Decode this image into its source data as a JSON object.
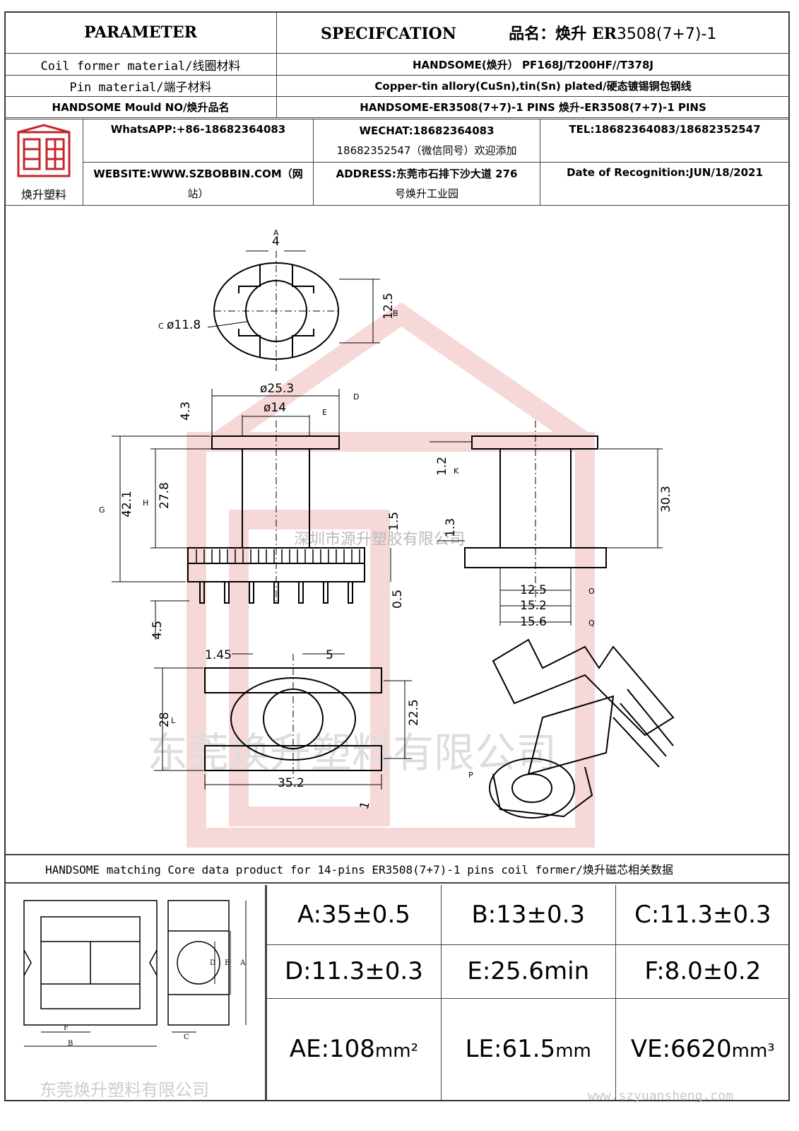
{
  "header": {
    "parameter": "PARAMETER",
    "specification": "SPECIFCATION",
    "product_name_prefix": "品名：焕升",
    "product_name_bold": "ER",
    "product_name_suffix": "3508(7+7)-1"
  },
  "rows": [
    {
      "label": "Coil former material/线圈材料",
      "value": "HANDSOME(焕升）  PF168J/T200HF//T378J"
    },
    {
      "label": "Pin material/端子材料",
      "value": "Copper-tin allory(CuSn),tin(Sn) plated/硬态镀锡铜包钢线"
    },
    {
      "label": "HANDSOME Mould NO/焕升品名",
      "value": "HANDSOME-ER3508(7+7)-1 PINS   焕升-ER3508(7+7)-1 PINS"
    }
  ],
  "contact": {
    "logo_caption": "焕升塑料",
    "whatsapp": "WhatsAPP:+86-18682364083",
    "wechat_line1": "WECHAT:18682364083",
    "wechat_line2": "18682352547（微信同号）欢迎添加",
    "tel": "TEL:18682364083/18682352547",
    "website_line1": "WEBSITE:WWW.SZBOBBIN.COM（网",
    "website_line2": "站）",
    "address_line1": "ADDRESS:东莞市石排下沙大道 276",
    "address_line2": "号焕升工业园",
    "date": "Date of Recognition:JUN/18/2021"
  },
  "drawing": {
    "watermark1": "深圳市源升塑胶有限公司",
    "watermark2": "东莞焕升塑料有限公司",
    "dims": {
      "a": "4",
      "b": "12.5",
      "c": "ø11.8",
      "d": "ø25.3",
      "e": "ø14",
      "f": "4.3",
      "g": "42.1",
      "h": "27.8",
      "i": "1.5",
      "j": "0.5",
      "k": "1.2",
      "l": "1.3",
      "m": "30.3",
      "n": "12.5",
      "o": "15.2",
      "p": "15.6",
      "q": "4.5",
      "r": "1.45",
      "s": "5",
      "t": "28",
      "u": "22.5",
      "v": "35.2",
      "w": "1"
    },
    "markers": {
      "A": "A",
      "B": "B",
      "C": "C",
      "D": "D",
      "E": "E",
      "G": "G",
      "H": "H",
      "K": "K",
      "L": "L",
      "O": "O",
      "P": "P",
      "Q": "Q"
    }
  },
  "core": {
    "title": "HANDSOME matching Core data  product for 14-pins ER3508(7+7)-1 pins coil former/焕升磁芯相关数据",
    "watermark": "东莞焕升塑料有限公司",
    "site_watermark": "www.szyuansheng.com",
    "fig_labels": {
      "a": "A",
      "b": "B",
      "c": "C",
      "d": "D",
      "e": "E",
      "f": "F"
    },
    "values": [
      [
        "A:35±0.5",
        "B:13±0.3",
        "C:11.3±0.3"
      ],
      [
        "D:11.3±0.3",
        "E:25.6min",
        "F:8.0±0.2"
      ]
    ],
    "ae": "AE:108",
    "ae_unit": "mm²",
    "le": "LE:61.5",
    "le_unit": "mm",
    "ve": "VE:6620",
    "ve_unit": "mm³"
  }
}
